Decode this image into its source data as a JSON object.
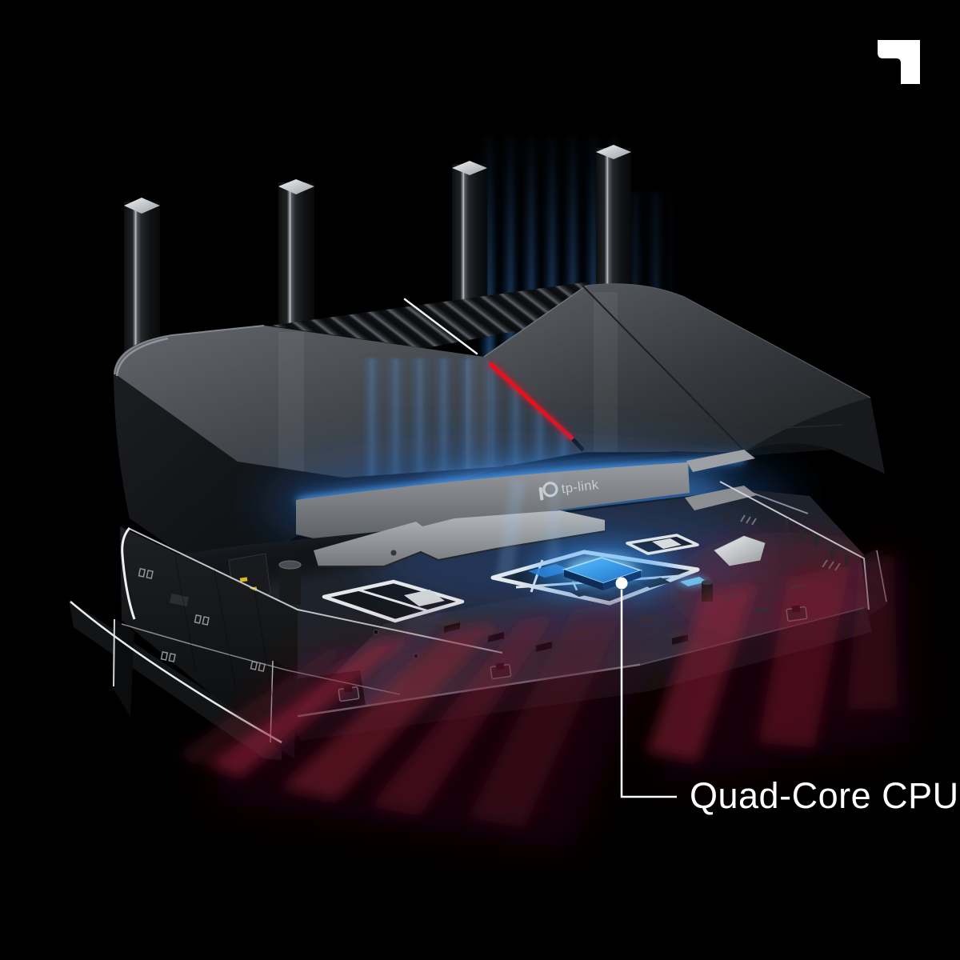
{
  "image": {
    "background_color": "#000000",
    "subject": "wifi-router-exploded-view"
  },
  "brand": {
    "corner_mark_icon": "tp-link-corner-mark",
    "corner_mark_color": "#ffffff",
    "logo_text": "tp-link",
    "logo_color": "#c9cdd1"
  },
  "device": {
    "antenna_count": 4,
    "accent_stripe_color": "#e8101d",
    "led_glow_color": "#4fa8ff",
    "cpu_glow_color": "#35c3ff",
    "thermal_glow_color": "#8f1d2e"
  },
  "callout": {
    "label": "Quad-Core CPU",
    "color": "#ffffff"
  }
}
